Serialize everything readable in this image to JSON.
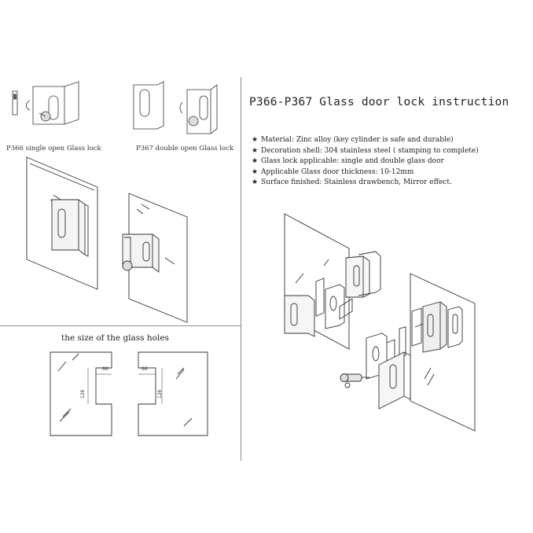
{
  "title": "P366-P367 Glass door lock instruction",
  "products": [
    {
      "caption": "P366 single open Glass lock"
    },
    {
      "caption": "P367 double open Glass lock"
    }
  ],
  "specs": [
    {
      "bullet": "★",
      "text": "Material: Zinc alloy (key cylinder is safe and durable)"
    },
    {
      "bullet": "★",
      "text": "Decoration shell: 304 stainless steel ( stamping to complete)"
    },
    {
      "bullet": "★",
      "text": "Glass lock applicable:  single and double glass door"
    },
    {
      "bullet": "★",
      "text": "Applicable Glass door thickness: 10-12mm"
    },
    {
      "bullet": "★",
      "text": "Surface finished: Stainless drawbench, Mirror effect."
    }
  ],
  "holes": {
    "title": "the size of the glass holes",
    "left_width_label": "66",
    "left_height_label": "126",
    "right_width_label": "66",
    "right_height_label": "126"
  }
}
